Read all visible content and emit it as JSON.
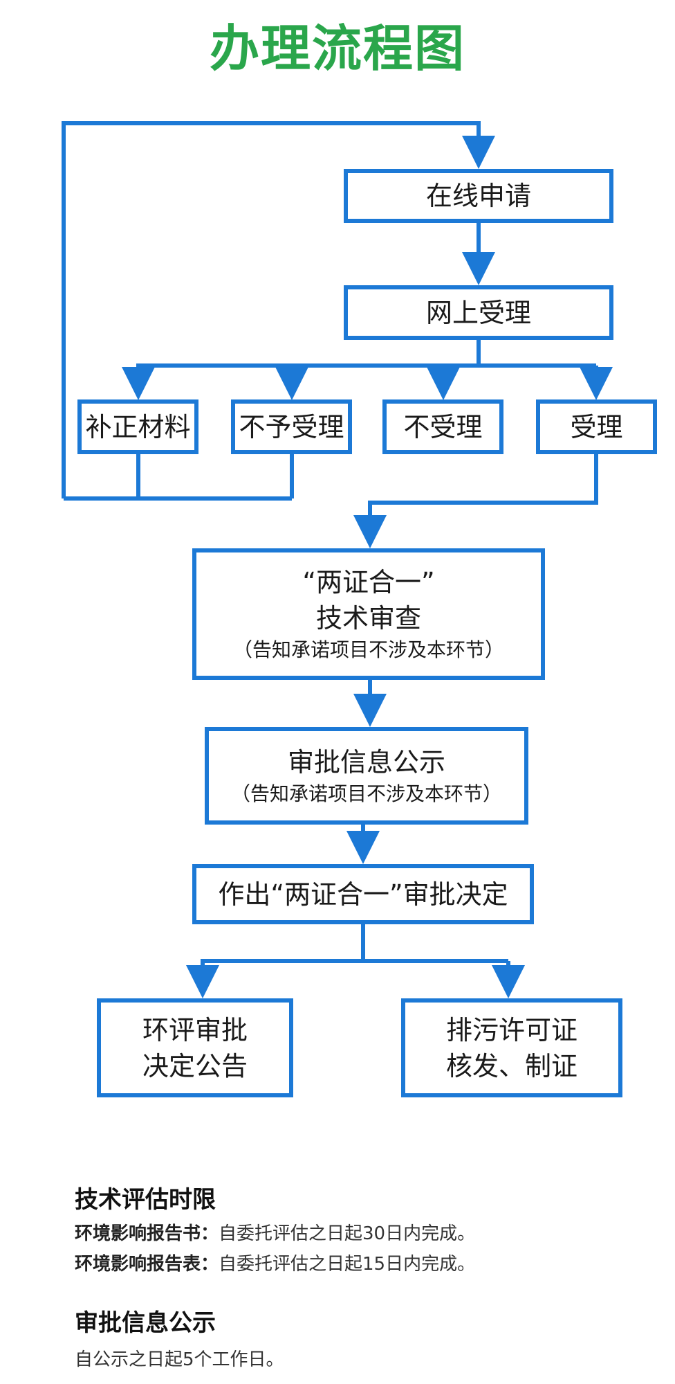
{
  "title": "办理流程图",
  "colors": {
    "title": "#2aa64b",
    "line": "#1c79d6",
    "text": "#1a1a1a"
  },
  "flow": {
    "online_apply": "在线申请",
    "online_accept": "网上受理",
    "supplement": "补正材料",
    "not_accept_given": "不予受理",
    "not_accept": "不受理",
    "accept": "受理",
    "tech_review": {
      "line1": "“两证合一”",
      "line2": "技术审查",
      "note": "（告知承诺项目不涉及本环节）"
    },
    "publicity": {
      "line1": "审批信息公示",
      "note": "（告知承诺项目不涉及本环节）"
    },
    "decision": "作出“两证合一”审批决定",
    "eia_result": {
      "line1": "环评审批",
      "line2": "决定公告"
    },
    "permit": {
      "line1": "排污许可证",
      "line2": "核发、制证"
    }
  },
  "sections": {
    "tech_limit": {
      "heading": "技术评估时限",
      "item1_label": "环境影响报告书：",
      "item1_text": "自委托评估之日起30日内完成。",
      "item2_label": "环境影响报告表：",
      "item2_text": "自委托评估之日起15日内完成。"
    },
    "publicity": {
      "heading": "审批信息公示",
      "text": "自公示之日起5个工作日。"
    }
  }
}
